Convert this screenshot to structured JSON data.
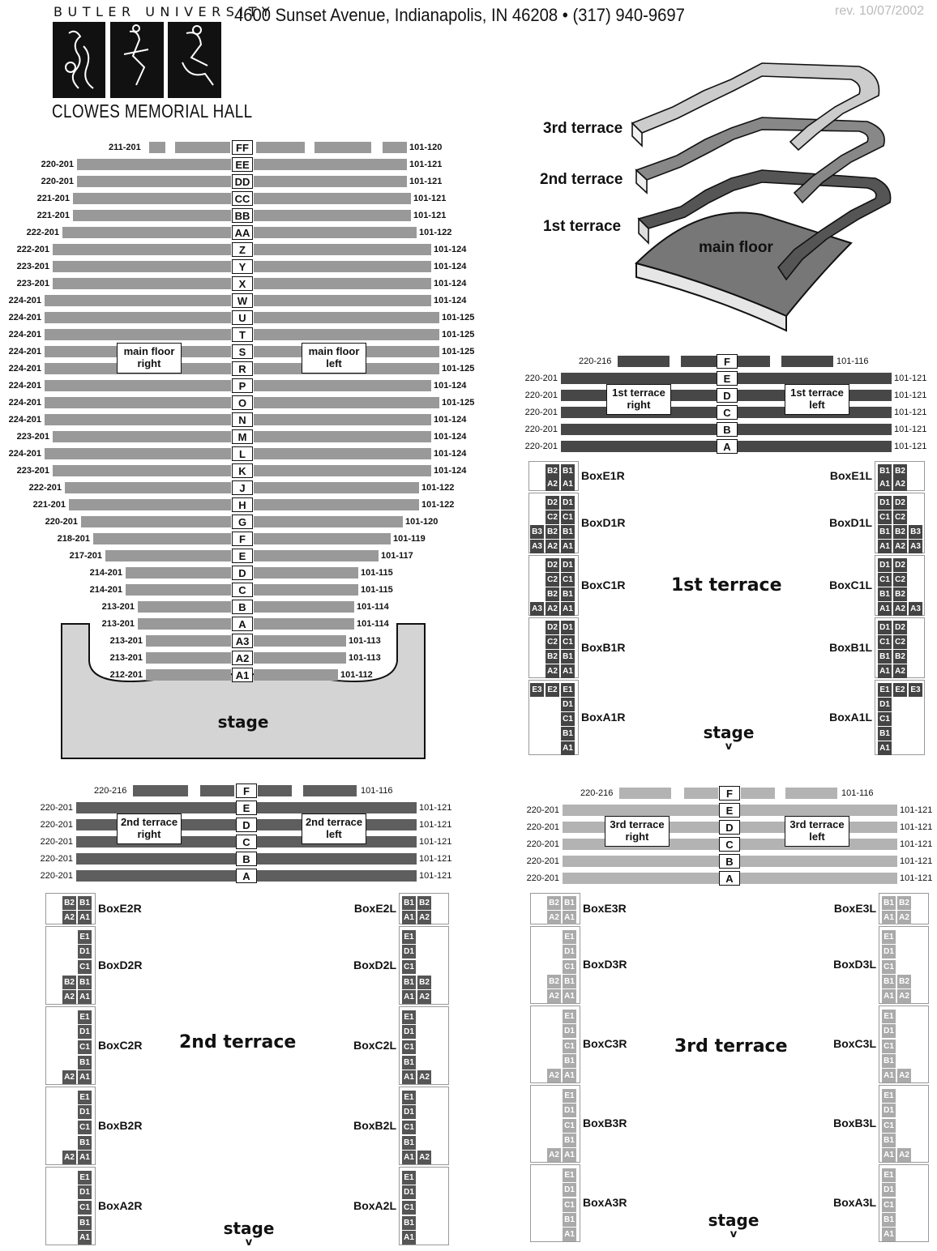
{
  "header": {
    "university": "BUTLER UNIVERSITY",
    "hall": "CLOWES MEMORIAL HALL",
    "address": "4600 Sunset Avenue, Indianapolis, IN  46208 • (317) 940-9697",
    "revision": "rev. 10/07/2002"
  },
  "colors": {
    "main": "#999999",
    "t1": "#474747",
    "t2": "#5e5e5e",
    "t3": "#b3b3b3",
    "stage": "#d4d4d4"
  },
  "main_floor": {
    "right_label": "main floor right",
    "left_label": "main floor left",
    "stage_label": "stage",
    "rows": [
      {
        "row": "FF",
        "right": "211-201",
        "left": "101-120"
      },
      {
        "row": "EE",
        "right": "220-201",
        "left": "101-121"
      },
      {
        "row": "DD",
        "right": "220-201",
        "left": "101-121"
      },
      {
        "row": "CC",
        "right": "221-201",
        "left": "101-121"
      },
      {
        "row": "BB",
        "right": "221-201",
        "left": "101-121"
      },
      {
        "row": "AA",
        "right": "222-201",
        "left": "101-122"
      },
      {
        "row": "Z",
        "right": "222-201",
        "left": "101-124"
      },
      {
        "row": "Y",
        "right": "223-201",
        "left": "101-124"
      },
      {
        "row": "X",
        "right": "223-201",
        "left": "101-124"
      },
      {
        "row": "W",
        "right": "224-201",
        "left": "101-124"
      },
      {
        "row": "U",
        "right": "224-201",
        "left": "101-125"
      },
      {
        "row": "T",
        "right": "224-201",
        "left": "101-125"
      },
      {
        "row": "S",
        "right": "224-201",
        "left": "101-125"
      },
      {
        "row": "R",
        "right": "224-201",
        "left": "101-125"
      },
      {
        "row": "P",
        "right": "224-201",
        "left": "101-124"
      },
      {
        "row": "O",
        "right": "224-201",
        "left": "101-125"
      },
      {
        "row": "N",
        "right": "224-201",
        "left": "101-124"
      },
      {
        "row": "M",
        "right": "223-201",
        "left": "101-124"
      },
      {
        "row": "L",
        "right": "224-201",
        "left": "101-124"
      },
      {
        "row": "K",
        "right": "223-201",
        "left": "101-124"
      },
      {
        "row": "J",
        "right": "222-201",
        "left": "101-122"
      },
      {
        "row": "H",
        "right": "221-201",
        "left": "101-122"
      },
      {
        "row": "G",
        "right": "220-201",
        "left": "101-120"
      },
      {
        "row": "F",
        "right": "218-201",
        "left": "101-119"
      },
      {
        "row": "E",
        "right": "217-201",
        "left": "101-117"
      },
      {
        "row": "D",
        "right": "214-201",
        "left": "101-115"
      },
      {
        "row": "C",
        "right": "214-201",
        "left": "101-115"
      },
      {
        "row": "B",
        "right": "213-201",
        "left": "101-114"
      },
      {
        "row": "A",
        "right": "213-201",
        "left": "101-114"
      },
      {
        "row": "A3",
        "right": "213-201",
        "left": "101-113"
      },
      {
        "row": "A2",
        "right": "213-201",
        "left": "101-113"
      },
      {
        "row": "A1",
        "right": "212-201",
        "left": "101-112"
      }
    ]
  },
  "isometric": {
    "third": "3rd terrace",
    "second": "2nd terrace",
    "first": "1st terrace",
    "main": "main floor"
  },
  "terraces": {
    "t1": {
      "title": "1st terrace",
      "stage": "stage",
      "arrow": "v",
      "right_label": "1st terrace right",
      "left_label": "1st terrace left",
      "rows": [
        {
          "row": "F",
          "right": "220-216",
          "left": "101-116"
        },
        {
          "row": "E",
          "right": "220-201",
          "left": "101-121"
        },
        {
          "row": "D",
          "right": "220-201",
          "left": "101-121"
        },
        {
          "row": "C",
          "right": "220-201",
          "left": "101-121"
        },
        {
          "row": "B",
          "right": "220-201",
          "left": "101-121"
        },
        {
          "row": "A",
          "right": "220-201",
          "left": "101-121"
        }
      ],
      "boxes_right": [
        {
          "name": "BoxE1R",
          "rows": [
            [
              "B2",
              "B1"
            ],
            [
              "A2",
              "A1"
            ]
          ]
        },
        {
          "name": "BoxD1R",
          "rows": [
            [
              "",
              "D2",
              "D1"
            ],
            [
              "",
              "C2",
              "C1"
            ],
            [
              "B3",
              "B2",
              "B1"
            ],
            [
              "A3",
              "A2",
              "A1"
            ]
          ]
        },
        {
          "name": "BoxC1R",
          "rows": [
            [
              "",
              "D2",
              "D1"
            ],
            [
              "",
              "C2",
              "C1"
            ],
            [
              "",
              "B2",
              "B1"
            ],
            [
              "A3",
              "A2",
              "A1"
            ]
          ]
        },
        {
          "name": "BoxB1R",
          "rows": [
            [
              "D2",
              "D1"
            ],
            [
              "C2",
              "C1"
            ],
            [
              "B2",
              "B1"
            ],
            [
              "A2",
              "A1"
            ]
          ]
        },
        {
          "name": "BoxA1R",
          "rows": [
            [
              "E3",
              "E2",
              "E1"
            ],
            [
              "",
              "",
              "D1"
            ],
            [
              "",
              "",
              "C1"
            ],
            [
              "",
              "",
              "B1"
            ],
            [
              "",
              "",
              "A1"
            ]
          ]
        }
      ],
      "boxes_left": [
        {
          "name": "BoxE1L",
          "rows": [
            [
              "B1",
              "B2"
            ],
            [
              "A1",
              "A2"
            ]
          ]
        },
        {
          "name": "BoxD1L",
          "rows": [
            [
              "D1",
              "D2",
              ""
            ],
            [
              "C1",
              "C2",
              ""
            ],
            [
              "B1",
              "B2",
              "B3"
            ],
            [
              "A1",
              "A2",
              "A3"
            ]
          ]
        },
        {
          "name": "BoxC1L",
          "rows": [
            [
              "D1",
              "D2",
              ""
            ],
            [
              "C1",
              "C2",
              ""
            ],
            [
              "B1",
              "B2",
              ""
            ],
            [
              "A1",
              "A2",
              "A3"
            ]
          ]
        },
        {
          "name": "BoxB1L",
          "rows": [
            [
              "D1",
              "D2"
            ],
            [
              "C1",
              "C2"
            ],
            [
              "B1",
              "B2"
            ],
            [
              "A1",
              "A2"
            ]
          ]
        },
        {
          "name": "BoxA1L",
          "rows": [
            [
              "E1",
              "E2",
              "E3"
            ],
            [
              "D1",
              "",
              ""
            ],
            [
              "C1",
              "",
              ""
            ],
            [
              "B1",
              "",
              ""
            ],
            [
              "A1",
              "",
              ""
            ]
          ]
        }
      ]
    },
    "t2": {
      "title": "2nd terrace",
      "stage": "stage",
      "arrow": "v",
      "right_label": "2nd terrace right",
      "left_label": "2nd terrace left",
      "rows": [
        {
          "row": "F",
          "right": "220-216",
          "left": "101-116"
        },
        {
          "row": "E",
          "right": "220-201",
          "left": "101-121"
        },
        {
          "row": "D",
          "right": "220-201",
          "left": "101-121"
        },
        {
          "row": "C",
          "right": "220-201",
          "left": "101-121"
        },
        {
          "row": "B",
          "right": "220-201",
          "left": "101-121"
        },
        {
          "row": "A",
          "right": "220-201",
          "left": "101-121"
        }
      ],
      "boxes_right": [
        {
          "name": "BoxE2R",
          "rows": [
            [
              "B2",
              "B1"
            ],
            [
              "A2",
              "A1"
            ]
          ]
        },
        {
          "name": "BoxD2R",
          "rows": [
            [
              "",
              "E1"
            ],
            [
              "",
              "D1"
            ],
            [
              "",
              "C1"
            ],
            [
              "B2",
              "B1"
            ],
            [
              "A2",
              "A1"
            ]
          ]
        },
        {
          "name": "BoxC2R",
          "rows": [
            [
              "",
              "E1"
            ],
            [
              "",
              "D1"
            ],
            [
              "",
              "C1"
            ],
            [
              "",
              "B1"
            ],
            [
              "A2",
              "A1"
            ]
          ]
        },
        {
          "name": "BoxB2R",
          "rows": [
            [
              "",
              "E1"
            ],
            [
              "",
              "D1"
            ],
            [
              "",
              "C1"
            ],
            [
              "",
              "B1"
            ],
            [
              "A2",
              "A1"
            ]
          ]
        },
        {
          "name": "BoxA2R",
          "rows": [
            [
              "",
              "E1"
            ],
            [
              "",
              "D1"
            ],
            [
              "",
              "C1"
            ],
            [
              "",
              "B1"
            ],
            [
              "",
              "A1"
            ]
          ]
        }
      ],
      "boxes_left": [
        {
          "name": "BoxE2L",
          "rows": [
            [
              "B1",
              "B2"
            ],
            [
              "A1",
              "A2"
            ]
          ]
        },
        {
          "name": "BoxD2L",
          "rows": [
            [
              "E1",
              ""
            ],
            [
              "D1",
              ""
            ],
            [
              "C1",
              ""
            ],
            [
              "B1",
              "B2"
            ],
            [
              "A1",
              "A2"
            ]
          ]
        },
        {
          "name": "BoxC2L",
          "rows": [
            [
              "E1",
              ""
            ],
            [
              "D1",
              ""
            ],
            [
              "C1",
              ""
            ],
            [
              "B1",
              ""
            ],
            [
              "A1",
              "A2"
            ]
          ]
        },
        {
          "name": "BoxB2L",
          "rows": [
            [
              "E1",
              ""
            ],
            [
              "D1",
              ""
            ],
            [
              "C1",
              ""
            ],
            [
              "B1",
              ""
            ],
            [
              "A1",
              "A2"
            ]
          ]
        },
        {
          "name": "BoxA2L",
          "rows": [
            [
              "E1",
              ""
            ],
            [
              "D1",
              ""
            ],
            [
              "C1",
              ""
            ],
            [
              "B1",
              ""
            ],
            [
              "A1",
              ""
            ]
          ]
        }
      ]
    },
    "t3": {
      "title": "3rd terrace",
      "stage": "stage",
      "arrow": "v",
      "right_label": "3rd terrace right",
      "left_label": "3rd terrace left",
      "rows": [
        {
          "row": "F",
          "right": "220-216",
          "left": "101-116"
        },
        {
          "row": "E",
          "right": "220-201",
          "left": "101-121"
        },
        {
          "row": "D",
          "right": "220-201",
          "left": "101-121"
        },
        {
          "row": "C",
          "right": "220-201",
          "left": "101-121"
        },
        {
          "row": "B",
          "right": "220-201",
          "left": "101-121"
        },
        {
          "row": "A",
          "right": "220-201",
          "left": "101-121"
        }
      ],
      "boxes_right": [
        {
          "name": "BoxE3R",
          "rows": [
            [
              "B2",
              "B1"
            ],
            [
              "A2",
              "A1"
            ]
          ]
        },
        {
          "name": "BoxD3R",
          "rows": [
            [
              "",
              "E1"
            ],
            [
              "",
              "D1"
            ],
            [
              "",
              "C1"
            ],
            [
              "B2",
              "B1"
            ],
            [
              "A2",
              "A1"
            ]
          ]
        },
        {
          "name": "BoxC3R",
          "rows": [
            [
              "",
              "E1"
            ],
            [
              "",
              "D1"
            ],
            [
              "",
              "C1"
            ],
            [
              "",
              "B1"
            ],
            [
              "A2",
              "A1"
            ]
          ]
        },
        {
          "name": "BoxB3R",
          "rows": [
            [
              "",
              "E1"
            ],
            [
              "",
              "D1"
            ],
            [
              "",
              "C1"
            ],
            [
              "",
              "B1"
            ],
            [
              "A2",
              "A1"
            ]
          ]
        },
        {
          "name": "BoxA3R",
          "rows": [
            [
              "",
              "E1"
            ],
            [
              "",
              "D1"
            ],
            [
              "",
              "C1"
            ],
            [
              "",
              "B1"
            ],
            [
              "",
              "A1"
            ]
          ]
        }
      ],
      "boxes_left": [
        {
          "name": "BoxE3L",
          "rows": [
            [
              "B1",
              "B2"
            ],
            [
              "A1",
              "A2"
            ]
          ]
        },
        {
          "name": "BoxD3L",
          "rows": [
            [
              "E1",
              ""
            ],
            [
              "D1",
              ""
            ],
            [
              "C1",
              ""
            ],
            [
              "B1",
              "B2"
            ],
            [
              "A1",
              "A2"
            ]
          ]
        },
        {
          "name": "BoxC3L",
          "rows": [
            [
              "E1",
              ""
            ],
            [
              "D1",
              ""
            ],
            [
              "C1",
              ""
            ],
            [
              "B1",
              ""
            ],
            [
              "A1",
              "A2"
            ]
          ]
        },
        {
          "name": "BoxB3L",
          "rows": [
            [
              "E1",
              ""
            ],
            [
              "D1",
              ""
            ],
            [
              "C1",
              ""
            ],
            [
              "B1",
              ""
            ],
            [
              "A1",
              "A2"
            ]
          ]
        },
        {
          "name": "BoxA3L",
          "rows": [
            [
              "E1",
              ""
            ],
            [
              "D1",
              ""
            ],
            [
              "C1",
              ""
            ],
            [
              "B1",
              ""
            ],
            [
              "A1",
              ""
            ]
          ]
        }
      ]
    }
  }
}
